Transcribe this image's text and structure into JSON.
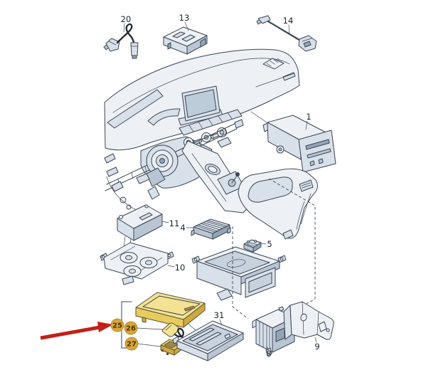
{
  "colors": {
    "bg": "#ffffff",
    "line": "#3a4654",
    "fill-light": "#edf1f6",
    "fill-mid": "#d8e0e9",
    "fill-dark": "#b9c5d2",
    "fill-deep": "#93a4b5",
    "screen": "#bdccd9",
    "cavity": "#c7d2de",
    "yellow-top": "#f3e291",
    "yellow-mid": "#e7cb5e",
    "yellow-dark": "#cfa93f",
    "yellow-cavity": "#9c8848",
    "yellow-line": "#57513a",
    "callout-fill": "#d9a637",
    "callout-rim": "#b07f1d",
    "callout-text": "#4a3404",
    "label-text": "#19222e",
    "arrow": "#c32017",
    "cable": "#23272e"
  },
  "labels": {
    "p1": "1",
    "p4": "4",
    "p5": "5",
    "p8": "8",
    "p9": "9",
    "p10": "10",
    "p11": "11",
    "p13": "13",
    "p14": "14",
    "p20": "20",
    "p25": "25",
    "p26": "26",
    "p27": "27",
    "p31": "31"
  }
}
